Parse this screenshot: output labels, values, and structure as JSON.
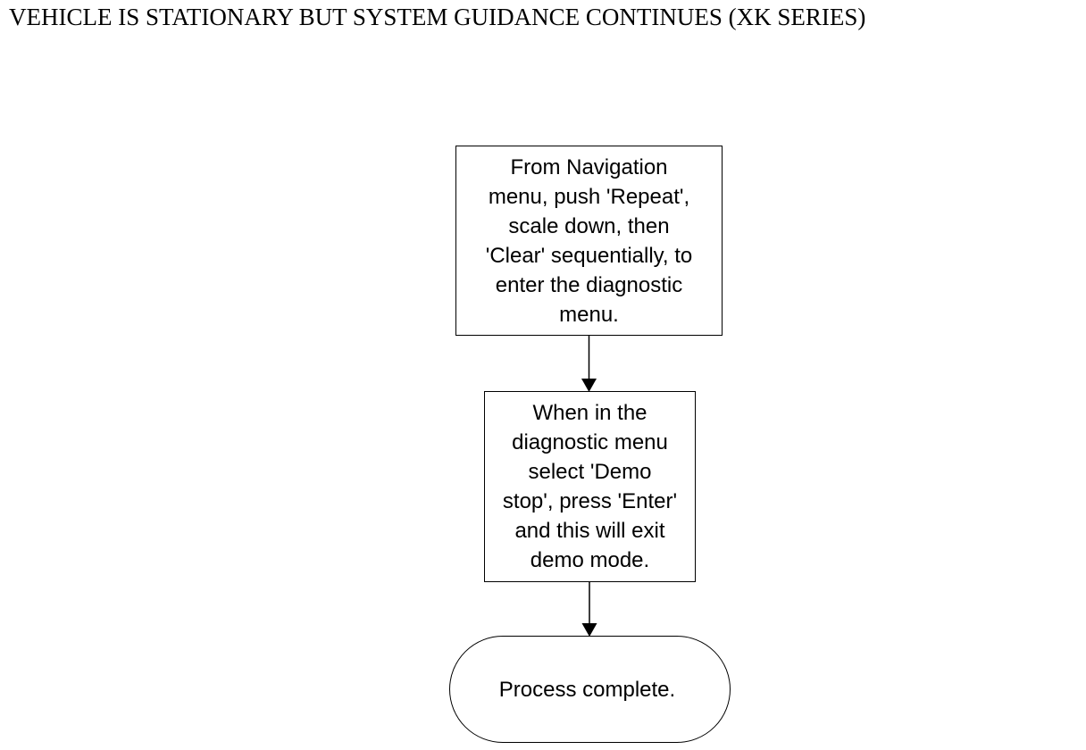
{
  "diagram": {
    "title": "VEHICLE IS STATIONARY BUT SYSTEM GUIDANCE CONTINUES (XK SERIES)",
    "steps": [
      {
        "id": "step1",
        "shape": "rectangle",
        "text": "From Navigation\nmenu, push 'Repeat',\nscale down, then\n'Clear' sequentially,  to\nenter the diagnostic\nmenu."
      },
      {
        "id": "step2",
        "shape": "rectangle",
        "text": "When in the\ndiagnostic menu\nselect 'Demo\nstop', press 'Enter'\nand this will exit\ndemo mode."
      },
      {
        "id": "terminal",
        "shape": "rounded-terminal",
        "text": "Process complete."
      }
    ],
    "connections": [
      {
        "from": "step1",
        "to": "step2"
      },
      {
        "from": "step2",
        "to": "terminal"
      }
    ],
    "colors": {
      "line": "#000000",
      "background": "#ffffff"
    }
  }
}
